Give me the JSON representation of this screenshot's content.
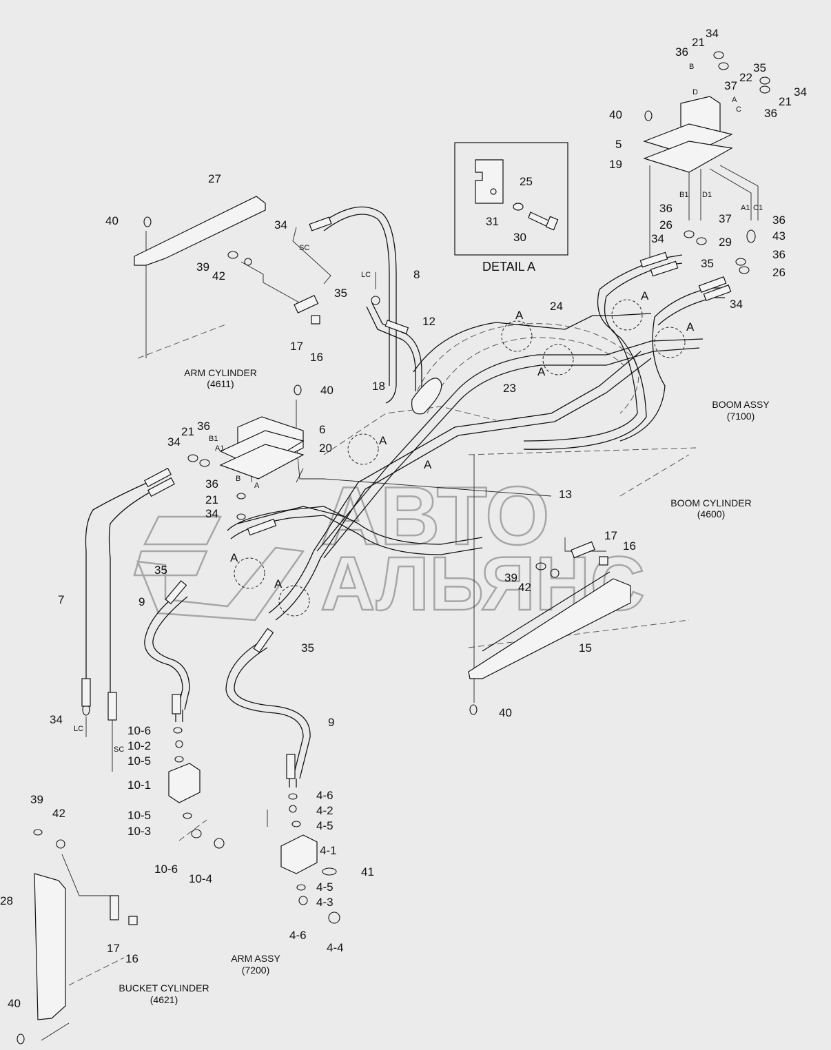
{
  "detail": {
    "title": "DETAIL A"
  },
  "watermark": {
    "line1": "АВТО",
    "line2": "АЛЬЯНС"
  },
  "captions": [
    {
      "id": "arm-cyl",
      "line1": "ARM CYLINDER",
      "line2": "(4611)"
    },
    {
      "id": "boom-assy",
      "line1": "BOOM ASSY",
      "line2": "(7100)"
    },
    {
      "id": "boom-cyl",
      "line1": "BOOM CYLINDER",
      "line2": "(4600)"
    },
    {
      "id": "arm-assy",
      "line1": "ARM ASSY",
      "line2": "(7200)"
    },
    {
      "id": "bucket-cyl",
      "line1": "BUCKET CYLINDER",
      "line2": "(4621)"
    }
  ],
  "callouts": [
    "34",
    "21",
    "36",
    "35",
    "22",
    "37",
    "34",
    "21",
    "36",
    "40",
    "5",
    "19",
    "25",
    "31",
    "30",
    "27",
    "40",
    "34",
    "39",
    "42",
    "35",
    "12",
    "8",
    "17",
    "16",
    "36",
    "37",
    "26",
    "29",
    "34",
    "35",
    "36",
    "43",
    "36",
    "26",
    "34",
    "24",
    "23",
    "18",
    "13",
    "40",
    "6",
    "20",
    "21",
    "36",
    "34",
    "36",
    "21",
    "34",
    "35",
    "9",
    "7",
    "17",
    "16",
    "39",
    "42",
    "15",
    "35",
    "9",
    "40",
    "34",
    "10-6",
    "10-2",
    "10-5",
    "10-1",
    "10-5",
    "10-3",
    "10-6",
    "10-4",
    "4-6",
    "4-2",
    "4-5",
    "4-1",
    "41",
    "4-5",
    "4-3",
    "4-6",
    "4-4",
    "39",
    "42",
    "28",
    "17",
    "16",
    "40"
  ],
  "port_labels": [
    "B",
    "D",
    "A",
    "C",
    "B1",
    "D1",
    "A1",
    "C1",
    "SC",
    "LC",
    "B1",
    "A1",
    "B",
    "A",
    "LC",
    "SC"
  ],
  "section_markers": [
    "A",
    "A",
    "A",
    "A",
    "A",
    "A",
    "A",
    "A",
    "A"
  ]
}
